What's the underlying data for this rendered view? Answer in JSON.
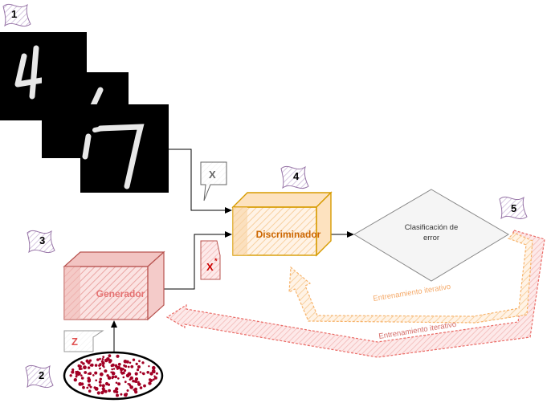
{
  "steps": [
    "1",
    "2",
    "3",
    "4",
    "5"
  ],
  "labels": {
    "x": "X",
    "x_star": "X",
    "x_star_sup": "*",
    "z": "Z",
    "generator": "Generador",
    "discriminator": "Discriminador",
    "classification_line1": "Clasificación de",
    "classification_line2": "error",
    "training_inner": "Entrenamiento iterativo",
    "training_outer": "Entrenamiento iterativo"
  },
  "colors": {
    "generator": "#b85450",
    "generator_fill": "#f8cecc",
    "discriminator": "#d79b00",
    "discriminator_fill": "#ffe6cc",
    "discriminator_text": "#cc6600",
    "flag": "#9673a6",
    "flag_fill": "#e1d5e7",
    "noise": "#a20025"
  },
  "icons": [
    "digit-image-icon",
    "noise-ellipse-icon",
    "callout-icon",
    "flag-icon"
  ]
}
